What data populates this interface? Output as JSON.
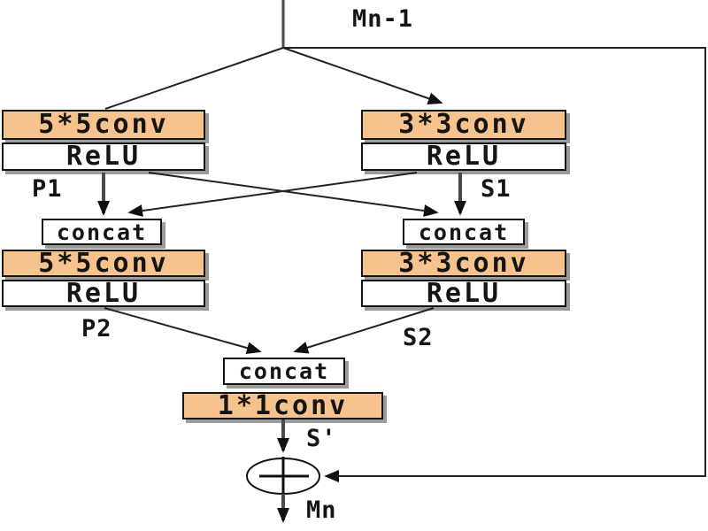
{
  "diagram": {
    "nodes": {
      "conv5_top": {
        "label": "5*5conv"
      },
      "relu_left_top": {
        "label": "ReLU"
      },
      "conv3_top": {
        "label": "3*3conv"
      },
      "relu_right_top": {
        "label": "ReLU"
      },
      "concat_left": {
        "label": "concat"
      },
      "concat_right": {
        "label": "concat"
      },
      "conv5_bottom": {
        "label": "5*5conv"
      },
      "relu_left_bottom": {
        "label": "ReLU"
      },
      "conv3_bottom": {
        "label": "3*3conv"
      },
      "relu_right_bottom": {
        "label": "ReLU"
      },
      "concat_final": {
        "label": "concat"
      },
      "conv1x1": {
        "label": "1*1conv"
      }
    },
    "edge_labels": {
      "input": "Mn-1",
      "p1": "P1",
      "s1": "S1",
      "p2": "P2",
      "s2": "S2",
      "s_prime": "S'",
      "output": "Mn"
    },
    "colors": {
      "conv_fill": "#f6c28e",
      "plain_fill": "#ffffff",
      "border": "#141414",
      "shadow": "#9b9b9b",
      "thin_line": "#222222",
      "thick_line": "#4a4a4a",
      "background": "#ffffff"
    }
  }
}
